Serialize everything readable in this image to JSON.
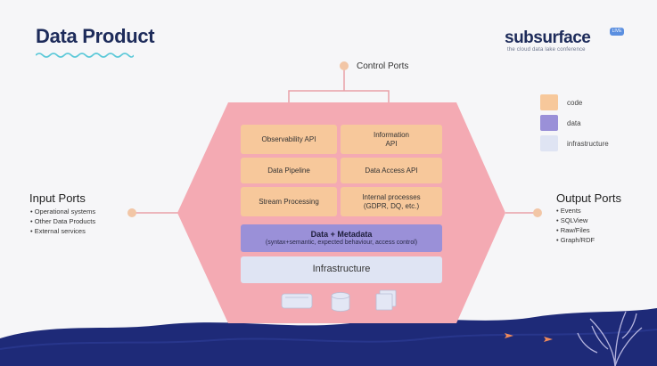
{
  "slide": {
    "title": "Data Product",
    "logo": {
      "name": "subsurface",
      "badge": "LIVE",
      "tagline": "the cloud data lake conference"
    }
  },
  "control_ports": {
    "label": "Control Ports"
  },
  "input_ports": {
    "title": "Input Ports",
    "items": [
      "Operational systems",
      "Other Data Products",
      "External services"
    ]
  },
  "output_ports": {
    "title": "Output Ports",
    "items": [
      "Events",
      "SQLView",
      "Raw/Files",
      "Graph/RDF"
    ]
  },
  "components": {
    "observability_api": "Observability API",
    "information_api_line1": "Information",
    "information_api_line2": "API",
    "data_pipeline": "Data Pipeline",
    "data_access_api": "Data Access API",
    "stream_processing": "Stream Processing",
    "internal_processes_line1": "Internal processes",
    "internal_processes_line2": "(GDPR, DQ, etc.)",
    "data_metadata_title": "Data + Metadata",
    "data_metadata_sub": "(syntax+semantic, expected behaviour, access control)",
    "infrastructure": "Infrastructure"
  },
  "legend": [
    {
      "label": "code",
      "color": "#f7c89b"
    },
    {
      "label": "data",
      "color": "#9a90d8"
    },
    {
      "label": "infrastructure",
      "color": "#dfe4f3"
    }
  ],
  "colors": {
    "hexagon": "#f4aab3",
    "connector": "#e8a0a8",
    "port_dot": "#f2c6a6",
    "ocean": "#1e2a78"
  }
}
